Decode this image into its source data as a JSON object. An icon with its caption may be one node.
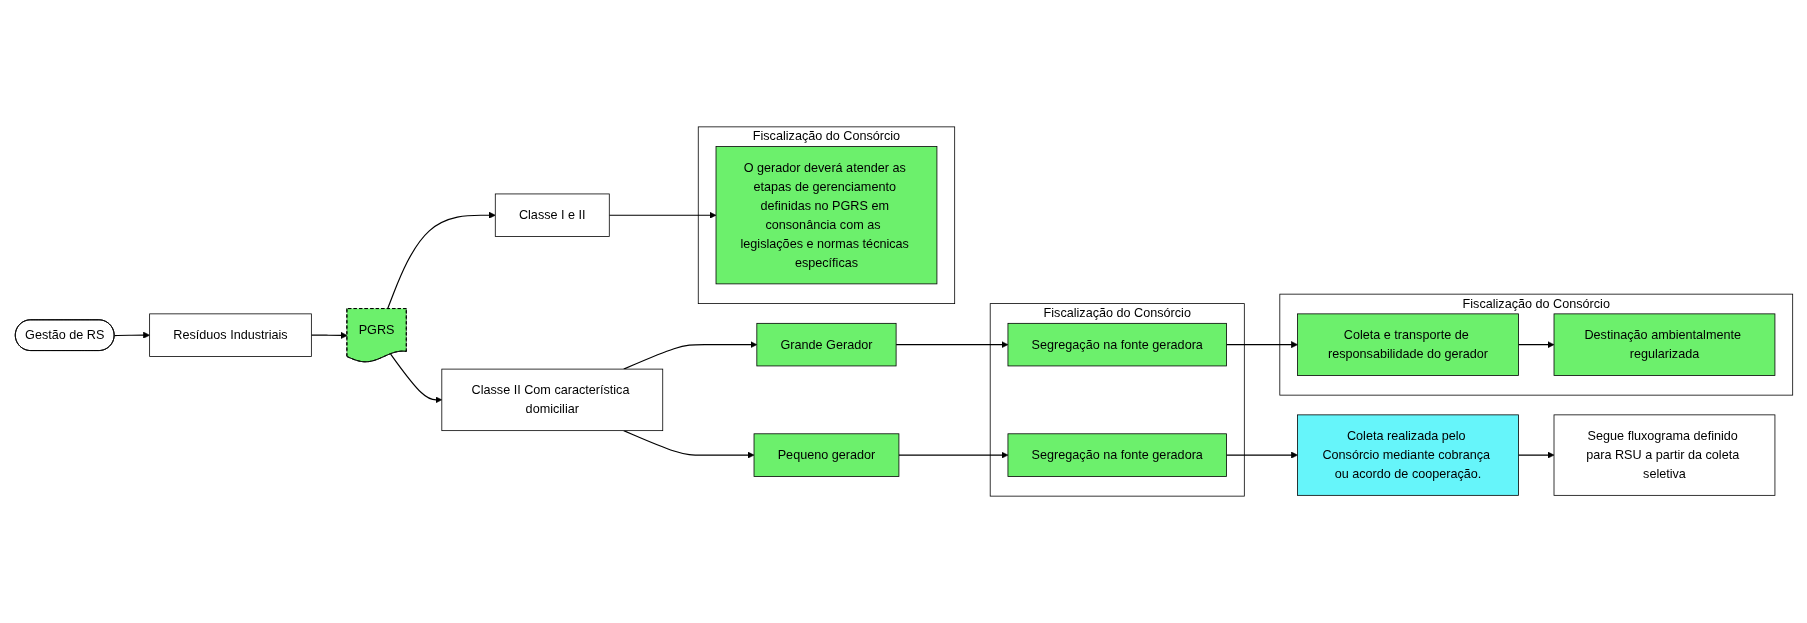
{
  "diagram": {
    "nodes": [
      {
        "text": [
          "Gestão de RS"
        ]
      },
      {
        "text": [
          "Resíduos Industriais"
        ]
      },
      {
        "text": [
          "PGRS"
        ]
      },
      {
        "text": [
          "Classe II Com característica domiciliar"
        ]
      },
      {
        "text": [
          "Classe I e II"
        ]
      },
      {
        "text": [
          "Pequeno gerador"
        ]
      },
      {
        "text": [
          "Grande Gerador"
        ]
      },
      {
        "text": [
          "Fiscalização do Consórcio"
        ]
      },
      {
        "text": [
          "Segregação na fonte geradora"
        ],
        "in": 7
      },
      {
        "text": [
          "Segregação na fonte geradora"
        ],
        "in": 7
      },
      {
        "text": [
          "Coleta realizada pelo Consórcio mediante cobrança ou acordo de cooperação."
        ]
      },
      {
        "text": [
          "Segue fluxograma definido para RSU a partir da coleta seletiva"
        ]
      },
      {
        "text": [
          "Fiscalização do Consórcio"
        ]
      },
      {
        "text": [
          "Coleta e transporte de responsabilidade do gerador"
        ],
        "in": 12
      },
      {
        "text": [
          "Destinação ambientalmente regularizada"
        ],
        "in": 12
      },
      {
        "text": [
          "Fiscalização do Consórcio"
        ]
      },
      {
        "text": [
          "O gerador deverá atender as etapas de gerenciamento definidas no PGRS em consonância com as  legislações e normas técnicas específicas"
        ],
        "in": 15
      }
    ],
    "edges": [
      {
        "from": 0,
        "to": 1,
        "arrow": "to"
      },
      {
        "from": 1,
        "to": 2,
        "arrow": "to"
      },
      {
        "from": 2,
        "to": 3,
        "arrow": "to"
      },
      {
        "from": 2,
        "to": 4,
        "arrow": "to"
      },
      {
        "from": 3,
        "to": 5,
        "arrow": "to"
      },
      {
        "from": 3,
        "to": 6,
        "arrow": "to"
      },
      {
        "from": 5,
        "to": 8,
        "arrow": "to"
      },
      {
        "from": 6,
        "to": 9,
        "arrow": "to"
      },
      {
        "from": 8,
        "to": 10,
        "arrow": "to"
      },
      {
        "from": 10,
        "to": 11,
        "arrow": "to"
      },
      {
        "from": 9,
        "to": 13,
        "arrow": "to"
      },
      {
        "from": 13,
        "to": 14,
        "arrow": "to"
      },
      {
        "from": 4,
        "to": 16,
        "arrow": "to"
      }
    ]
  }
}
